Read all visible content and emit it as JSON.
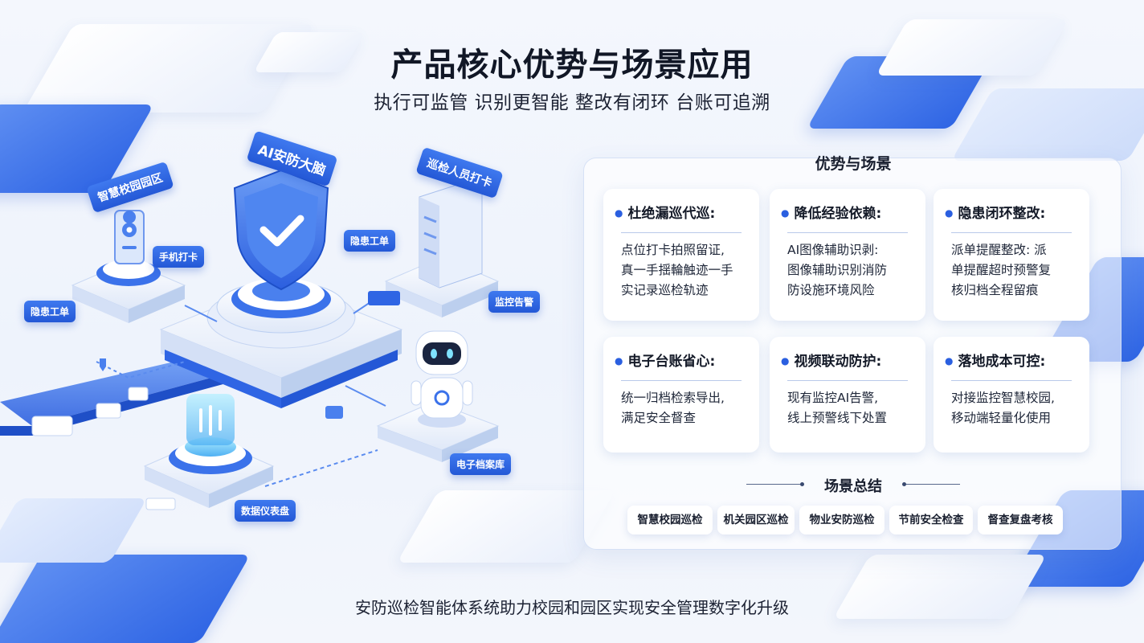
{
  "header": {
    "title": "产品核心优势与场景应用",
    "subtitle": "执行可监管 识别更智能 整改有闭环 台账可追溯"
  },
  "illustration": {
    "callouts": {
      "ai_shield": "AI安防大脑",
      "campus": "智慧校园园区",
      "patrol_checkin": "巡检人员打卡",
      "mobile_checkin": "手机打卡",
      "hazard_ticket_center": "隐患工单",
      "hazard_ticket_left": "隐患工单",
      "monitor_alert": "监控告警",
      "e_archive": "电子档案库",
      "dashboard": "数据仪表盘"
    }
  },
  "panel": {
    "title": "优势与场景",
    "cards": [
      {
        "title": "杜绝漏巡代巡:",
        "lines": [
          "点位打卡拍照留证,",
          "真一手揺輪触迹一手",
          "实记录巡检轨迹"
        ]
      },
      {
        "title": "降低经验依赖:",
        "lines": [
          "AI图像辅助识剥:",
          "图像辅助识别消防",
          "防设施环境风险"
        ]
      },
      {
        "title": "隐患闭环整改:",
        "lines": [
          "派单提醒整改: 派",
          "单提醒超时预警复",
          "核归档全程留痕"
        ]
      },
      {
        "title": "电子台账省心:",
        "lines": [
          "统一归档检索导出,",
          "满足安全督查"
        ]
      },
      {
        "title": "视频联动防护:",
        "lines": [
          "现有监控AI告警,",
          "线上预警线下处置"
        ]
      },
      {
        "title": "落地成本可控:",
        "lines": [
          "对接监控智慧校园,",
          "移动端轻量化使用"
        ]
      }
    ],
    "summary_title": "场景总结",
    "tags": [
      "智慧校园巡检",
      "机关园区巡检",
      "物业安防巡检",
      "节前安全检查",
      "督查复盘考核"
    ]
  },
  "footer": {
    "caption": "安防巡检智能体系统助力校园和园区实现安全管理数字化升级"
  },
  "colors": {
    "accent": "#2f65e4",
    "accent_light": "#5f8ff2",
    "background": "#f4f7fd",
    "text": "#1b2030"
  }
}
